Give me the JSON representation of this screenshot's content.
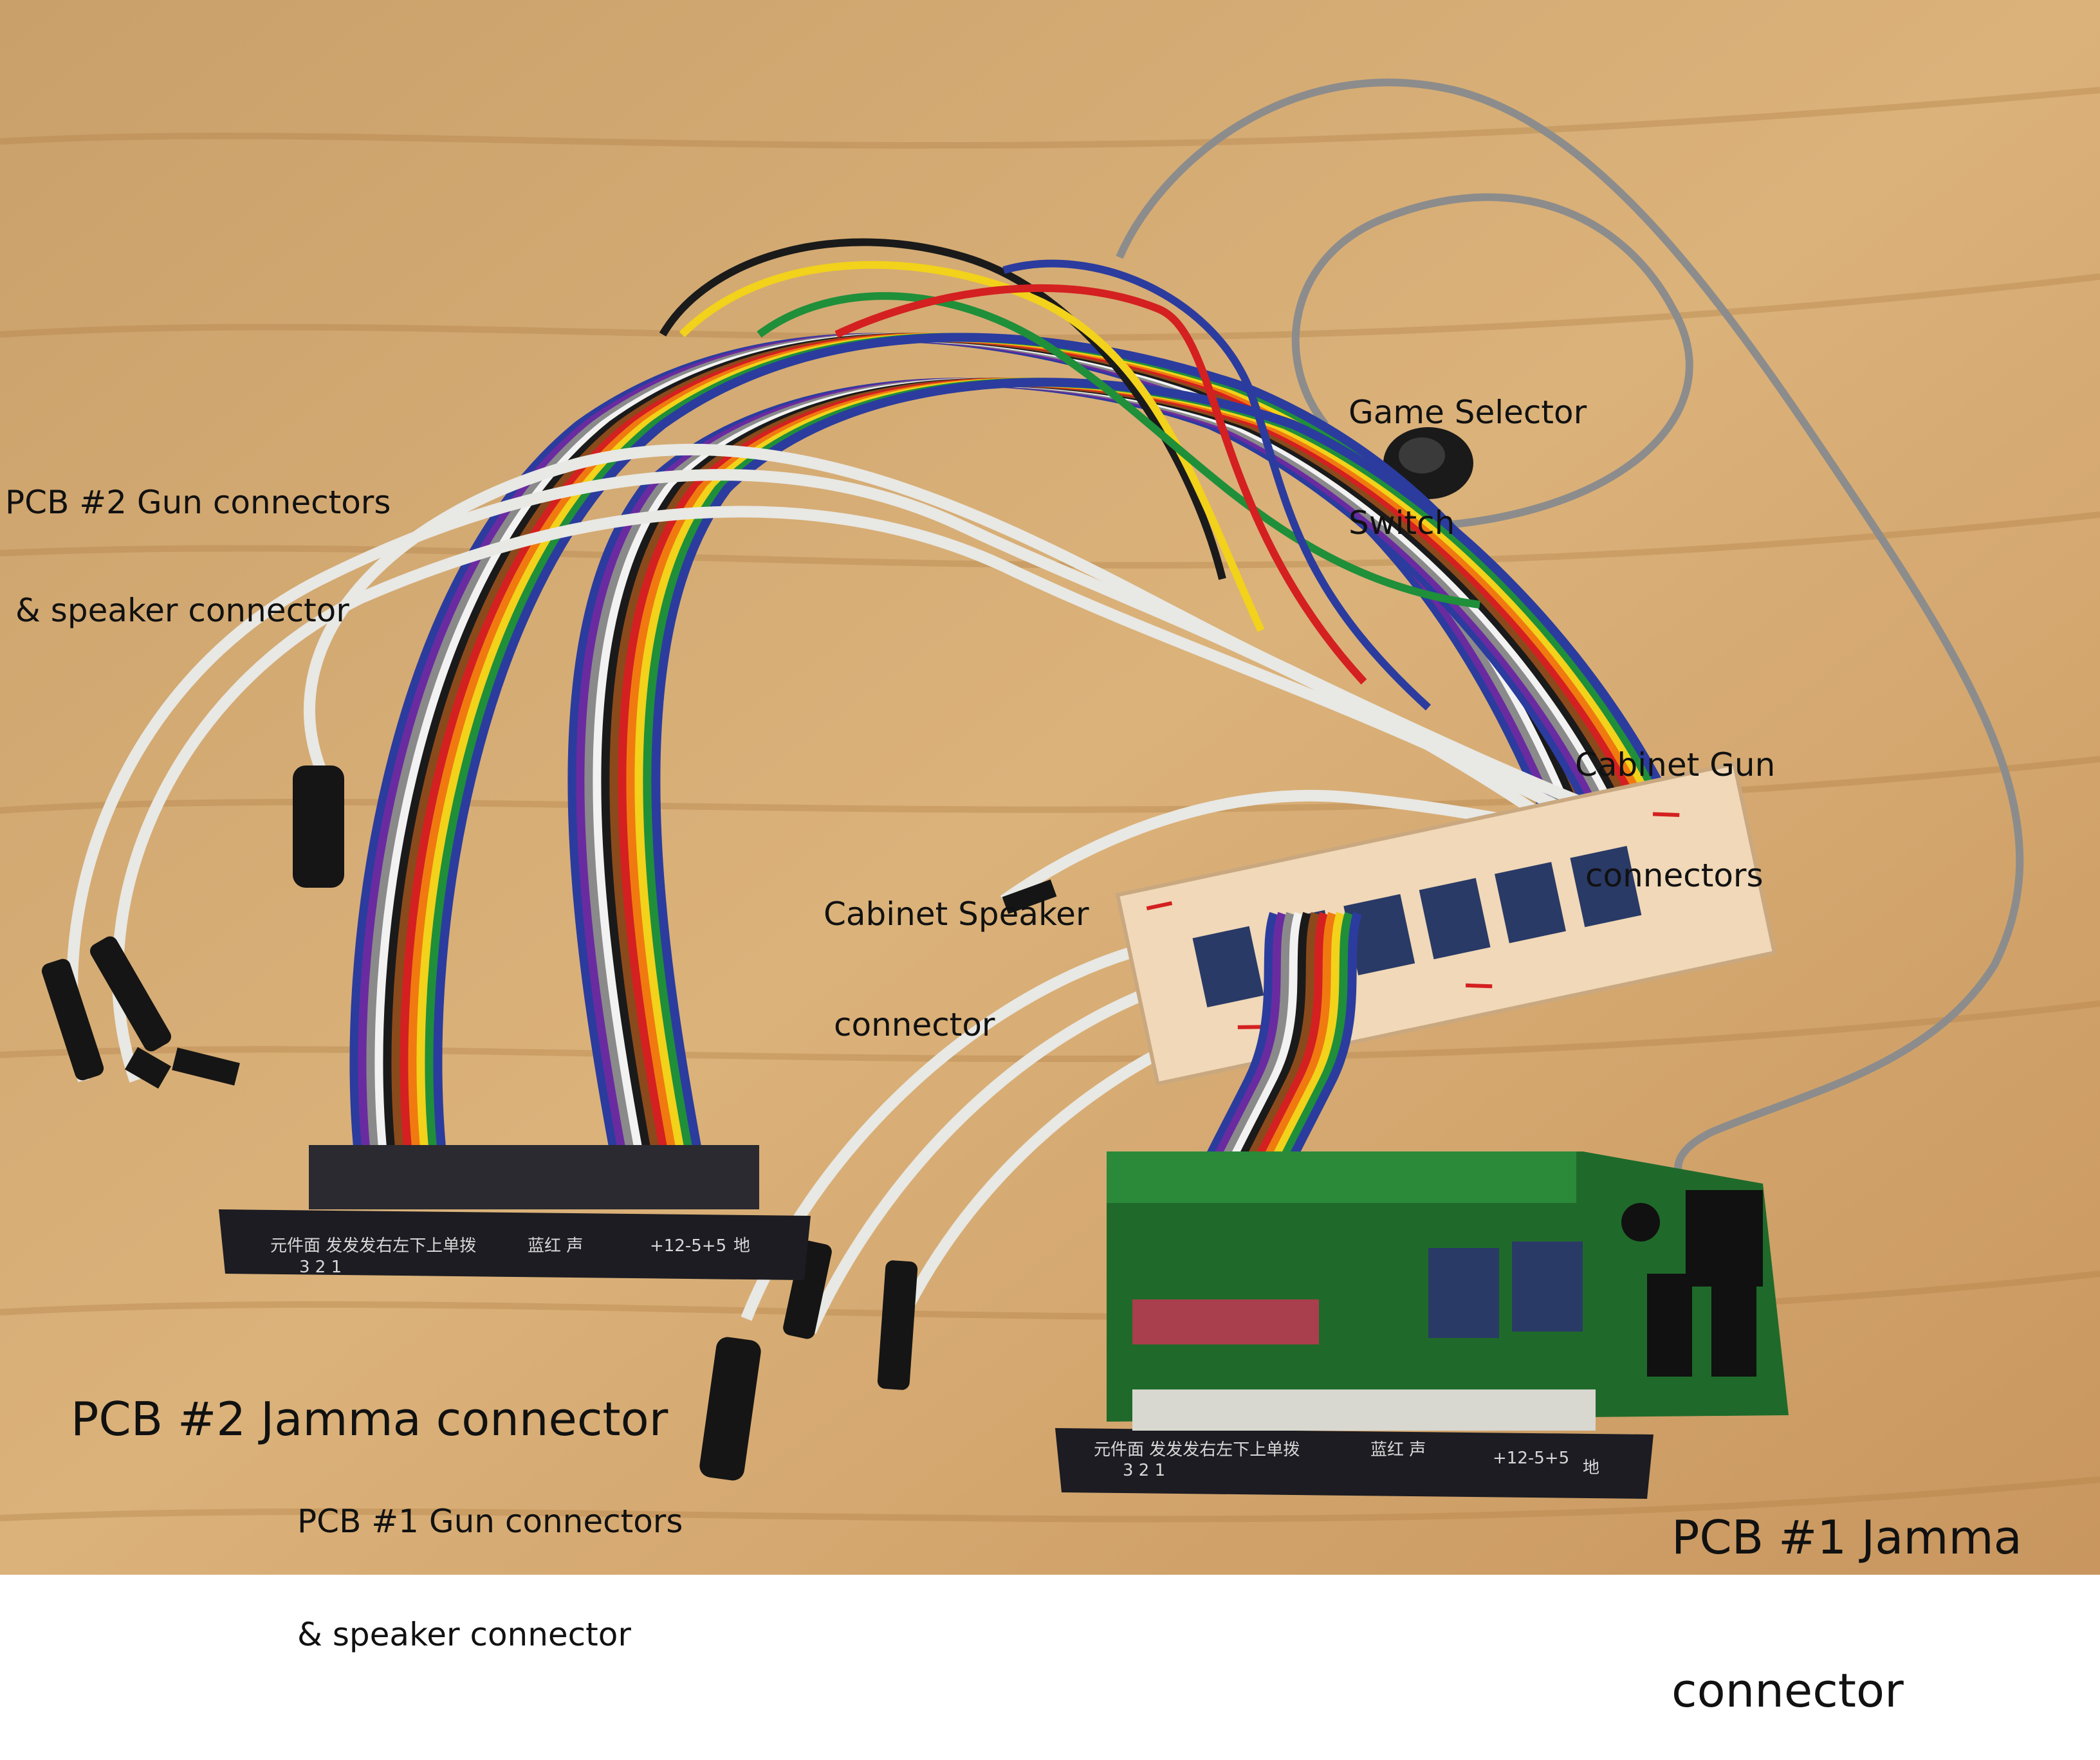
{
  "labels": {
    "pcb2_gun_line1": "PCB #2 Gun connectors",
    "pcb2_gun_line2": " & speaker connector",
    "game_selector_line1": "Game Selector",
    "game_selector_line2": "Switch",
    "cabinet_gun_line1": "Cabinet Gun",
    "cabinet_gun_line2": "connectors",
    "cabinet_speaker_line1": "Cabinet Speaker",
    "cabinet_speaker_line2": "connector",
    "pcb2_jamma": "PCB #2 Jamma connector",
    "pcb1_gun_line1": "PCB #1 Gun connectors",
    "pcb1_gun_line2": "& speaker connector",
    "pcb1_jamma_line1": "PCB #1 Jamma",
    "pcb1_jamma_line2": "connector"
  },
  "connector_print": {
    "left_group": "元件面 发发发右左下上单拨",
    "numbers": "3 2 1",
    "middle_group": "蓝红  声",
    "power": "+12-5+5",
    "ground": "地"
  },
  "colors": {
    "wood_light": "#d8ad72",
    "wood_dark": "#b9864a",
    "connector": "#1c1c22",
    "pcb_green": "#1f6a2a",
    "protoboard": "#f0d8b8",
    "wire_white": "#e8e8e4",
    "wire_gray": "#8c8c8c"
  },
  "ribbon_colors": [
    "#2b3c9e",
    "#6a2ba0",
    "#8a8a8a",
    "#f2f2f2",
    "#1a1a1a",
    "#8b4a1c",
    "#d42020",
    "#f07a10",
    "#f2d21a",
    "#1f8f3a",
    "#2b3c9e"
  ]
}
